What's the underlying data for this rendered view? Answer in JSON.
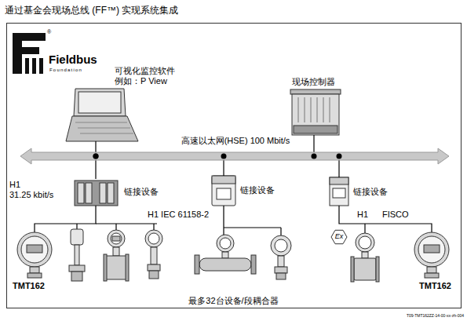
{
  "diagram": {
    "title": "通过基金会现场总线 (FF™) 实现系统集成",
    "nodes": [
      {
        "text": [
          "可视化监控软件 例如：P View"
        ]
      },
      {
        "text": [
          "现场控制器"
        ]
      },
      {
        "text": [
          "高速以太网(HSE) 100 Mbit/s"
        ]
      },
      {
        "text": [
          "链接设备"
        ]
      },
      {
        "text": [
          "链接设备"
        ]
      },
      {
        "text": [
          "链接设备"
        ]
      },
      {
        "text": [
          "TMT162"
        ]
      },
      {
        "text": [
          "TMT162"
        ]
      }
    ],
    "edges": [
      {
        "from": 0,
        "to": 2,
        "arrow": "none"
      },
      {
        "from": 1,
        "to": 2,
        "arrow": "none"
      },
      {
        "from": 2,
        "to": 3,
        "arrow": "none"
      },
      {
        "from": 2,
        "to": 4,
        "arrow": "none"
      },
      {
        "from": 2,
        "to": 5,
        "arrow": "none"
      },
      {
        "from": 3,
        "to": 6,
        "arrow": "none"
      },
      {
        "from": 5,
        "to": 7,
        "arrow": "none"
      }
    ],
    "labels": [
      "Fieldbus",
      "Foundation",
      "®",
      "H1",
      "31.25 kbit/s",
      "H1 IEC 61158-2",
      "Ex",
      "H1",
      "FISCO",
      "最多32台设备/段耦合器",
      "T09-TMT162ZZ-14-00-xx-zh-004"
    ]
  }
}
